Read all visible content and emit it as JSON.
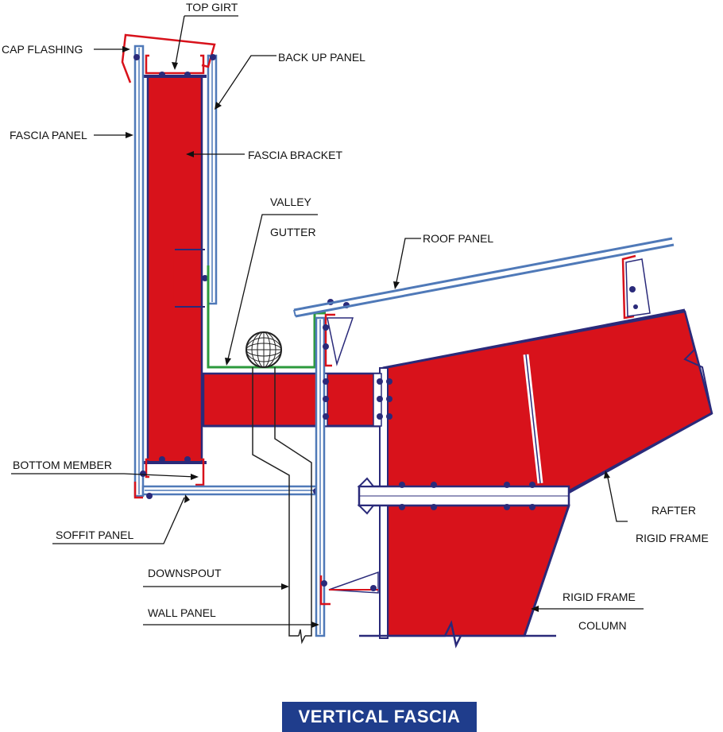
{
  "title": "VERTICAL FASCIA",
  "labels": {
    "top_girt": "TOP GIRT",
    "cap_flashing": "CAP FLASHING",
    "back_up_panel": "BACK UP PANEL",
    "fascia_panel": "FASCIA PANEL",
    "fascia_bracket": "FASCIA BRACKET",
    "valley": "VALLEY",
    "gutter": "GUTTER",
    "roof_panel": "ROOF PANEL",
    "bottom_member": "BOTTOM MEMBER",
    "soffit_panel": "SOFFIT PANEL",
    "downspout": "DOWNSPOUT",
    "wall_panel": "WALL PANEL",
    "rafter": "RAFTER",
    "rigid_frame_1": "RIGID FRAME",
    "rigid_frame_2": "RIGID FRAME",
    "column": "COLUMN"
  },
  "colors": {
    "steel_red": "#d8121b",
    "outline_navy": "#2a2a7a",
    "panel_blue": "#4f79b8",
    "gutter_green": "#2c9a3c",
    "title_bg": "#1f3d8c"
  }
}
